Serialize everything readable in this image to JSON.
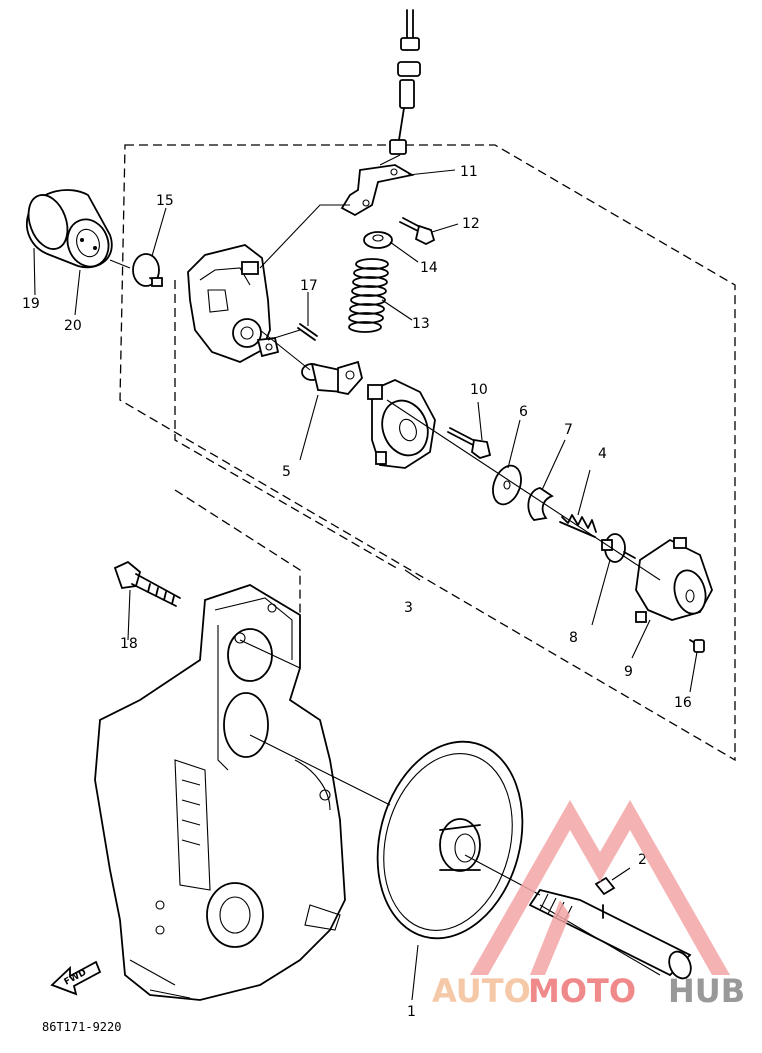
{
  "diagram": {
    "part_numbers": [
      "1",
      "2",
      "3",
      "4",
      "5",
      "6",
      "7",
      "8",
      "9",
      "10",
      "11",
      "12",
      "13",
      "14",
      "15",
      "16",
      "17",
      "18",
      "19",
      "20"
    ],
    "fwd_label": "FWD",
    "drawing_code": "86T171-9220"
  },
  "watermark": {
    "text_auto": "AUTO",
    "text_moto": "MOTO",
    "text_hub": "HUB",
    "colors": {
      "auto": "#f5c9a8",
      "moto": "#f08a8a",
      "hub": "#999999",
      "triangle": "#f3a5a5"
    }
  }
}
